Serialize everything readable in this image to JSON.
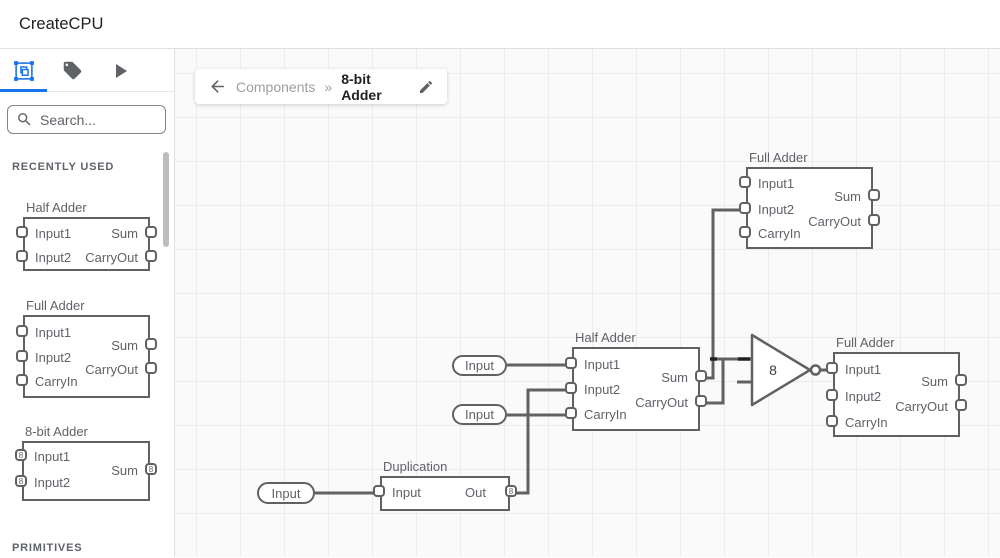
{
  "header": {
    "title": "CreateCPU"
  },
  "theme": {
    "accent_blue": "#1a73e8",
    "wire_gray": "#616161",
    "icon_gray": "#5f6368",
    "canvas_bg": "#fafafa"
  },
  "sidebar": {
    "tabs": [
      {
        "name": "components",
        "icon": "component-icon",
        "selected": true
      },
      {
        "name": "tags",
        "icon": "tag-icon",
        "selected": false
      },
      {
        "name": "run",
        "icon": "play-icon",
        "selected": false
      }
    ],
    "search": {
      "placeholder": "Search..."
    },
    "sections": [
      {
        "label": "RECENTLY USED"
      },
      {
        "label": "PRIMITIVES"
      }
    ],
    "recent": [
      {
        "title": "Half Adder",
        "left_ports": [
          {
            "label": "Input1"
          },
          {
            "label": "Input2"
          }
        ],
        "right_ports": [
          {
            "label": "Sum"
          },
          {
            "label": "CarryOut"
          }
        ]
      },
      {
        "title": "Full Adder",
        "left_ports": [
          {
            "label": "Input1"
          },
          {
            "label": "Input2"
          },
          {
            "label": "CarryIn"
          }
        ],
        "right_ports": [
          {
            "label": "Sum"
          },
          {
            "label": "CarryOut"
          }
        ]
      },
      {
        "title": "8-bit Adder",
        "left_ports": [
          {
            "label": "Input1",
            "width": "8"
          },
          {
            "label": "Input2",
            "width": "8"
          }
        ],
        "right_ports": [
          {
            "label": "Sum",
            "width": "8"
          }
        ]
      }
    ]
  },
  "breadcrumb": {
    "parent": "Components",
    "separator": "»",
    "current": "8-bit Adder"
  },
  "canvas": {
    "nodes": [
      {
        "title": "Full Adder",
        "left_ports": [
          {
            "label": "Input1"
          },
          {
            "label": "Input2"
          },
          {
            "label": "CarryIn"
          }
        ],
        "right_ports": [
          {
            "label": "Sum"
          },
          {
            "label": "CarryOut"
          }
        ]
      },
      {
        "title": "Half Adder",
        "left_ports": [
          {
            "label": "Input1"
          },
          {
            "label": "Input2"
          },
          {
            "label": "CarryIn"
          }
        ],
        "right_ports": [
          {
            "label": "Sum"
          },
          {
            "label": "CarryOut"
          }
        ]
      },
      {
        "title": "Full Adder",
        "left_ports": [
          {
            "label": "Input1"
          },
          {
            "label": "Input2"
          },
          {
            "label": "CarryIn"
          }
        ],
        "right_ports": [
          {
            "label": "Sum"
          },
          {
            "label": "CarryOut"
          }
        ]
      },
      {
        "title": "Duplication",
        "left_ports": [
          {
            "label": "Input"
          }
        ],
        "right_ports": [
          {
            "label": "Out",
            "width": "8"
          }
        ]
      }
    ],
    "pills": [
      {
        "label": "Input"
      },
      {
        "label": "Input"
      },
      {
        "label": "Input"
      }
    ],
    "buffer": {
      "label": "8"
    }
  }
}
